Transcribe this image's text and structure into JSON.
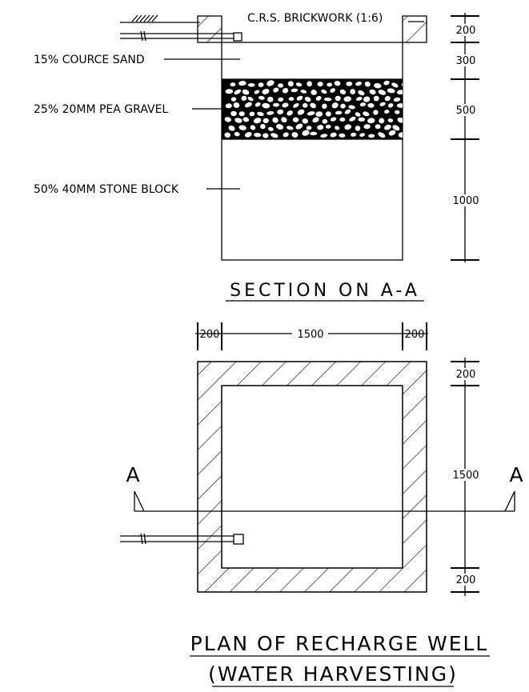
{
  "section": {
    "brickwork_label": "C.R.S. BRICKWORK (1:6)",
    "layers": [
      {
        "label": "15% COURCE SAND"
      },
      {
        "label": "25% 20MM PEA GRAVEL"
      },
      {
        "label": "50% 40MM STONE BLOCK"
      }
    ],
    "dimensions": [
      "200",
      "300",
      "500",
      "1000"
    ],
    "title": "SECTION ON A-A"
  },
  "plan": {
    "top_dimensions": [
      "200",
      "1500",
      "200"
    ],
    "right_dimensions": [
      "200",
      "1500",
      "200"
    ],
    "section_marker": "A",
    "title_line1": "PLAN OF RECHARGE WELL",
    "title_line2": "(WATER HARVESTING)"
  }
}
